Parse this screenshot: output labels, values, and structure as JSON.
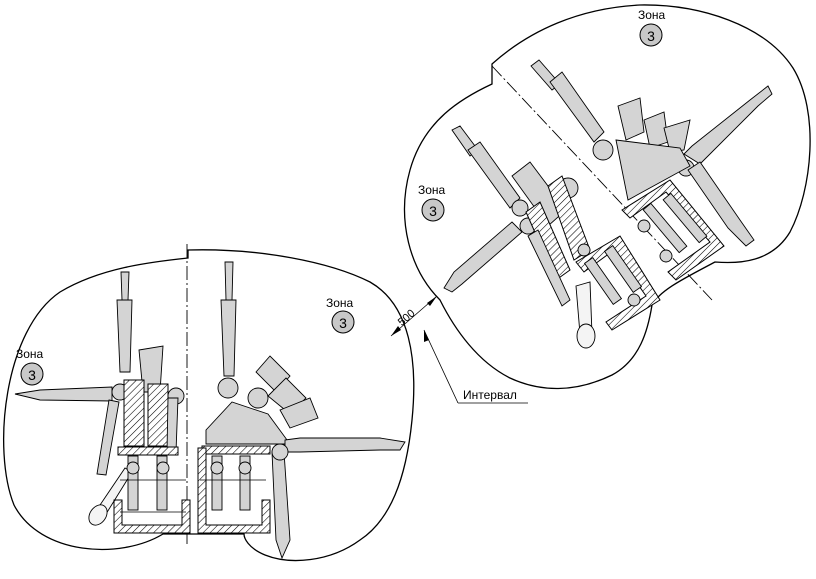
{
  "zones": [
    {
      "label": "Зона",
      "number": "3"
    },
    {
      "label": "Зона",
      "number": "3"
    },
    {
      "label": "Зона",
      "number": "3"
    },
    {
      "label": "Зона",
      "number": "3"
    }
  ],
  "dimension": {
    "value": "500"
  },
  "callout": {
    "label": "Интервал"
  },
  "colors": {
    "limb_fill": "#d4d4d4",
    "badge_fill": "#c8c8c8",
    "line": "#000000"
  }
}
